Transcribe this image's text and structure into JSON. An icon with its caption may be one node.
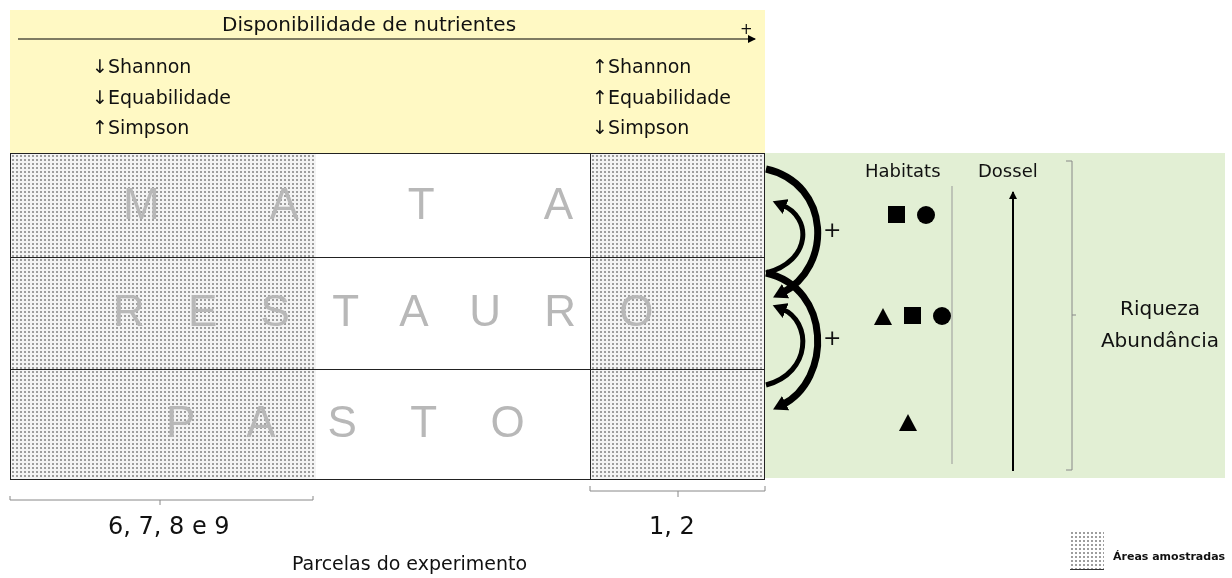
{
  "diagram": {
    "nodes": [
      {
        "text": [
          "M A T A"
        ]
      },
      {
        "text": [
          "R E S T A U R O"
        ]
      },
      {
        "text": [
          "P A S T O"
        ]
      }
    ],
    "edges": [
      {
        "from": 0,
        "to": 1,
        "arrow": "to",
        "label": "+"
      },
      {
        "from": 1,
        "to": 0,
        "arrow": "to"
      },
      {
        "from": 1,
        "to": 2,
        "arrow": "to",
        "label": "+"
      },
      {
        "from": 2,
        "to": 1,
        "arrow": "to"
      }
    ],
    "labels": [
      "Disponibilidade de nutrientes",
      "+",
      "↓Shannon",
      "↓Equabilidade",
      "↑Simpson",
      "↑Shannon",
      "↑Equabilidade",
      "↓Simpson",
      "Habitats",
      "Dossel",
      "Riqueza Abundância",
      "6, 7, 8 e 9",
      "1, 2",
      "Parcelas do experimento"
    ],
    "legend": [
      {
        "text": "Áreas amostradas"
      }
    ]
  }
}
